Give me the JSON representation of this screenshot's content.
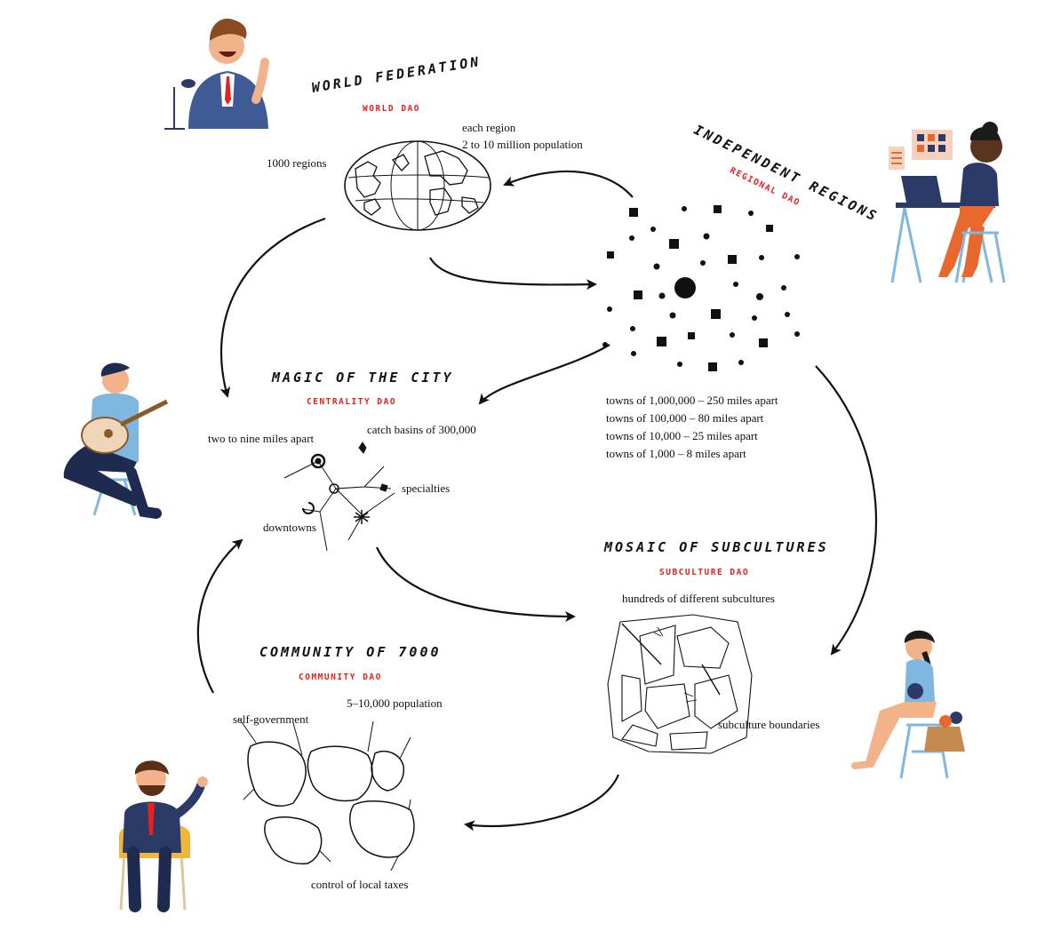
{
  "world": {
    "title": "WORLD FEDERATION",
    "dao": "WORLD DAO",
    "note_regions": "1000 regions",
    "note_region_line1": "each region",
    "note_region_line2": "2 to 10 million population"
  },
  "regions": {
    "title": "INDEPENDENT REGIONS",
    "dao": "REGIONAL DAO",
    "towns": [
      "towns of 1,000,000 – 250 miles apart",
      "towns of 100,000 – 80 miles apart",
      "towns of 10,000 – 25 miles apart",
      "towns of 1,000 – 8 miles apart"
    ]
  },
  "city": {
    "title": "MAGIC OF THE CITY",
    "dao": "CENTRALITY DAO",
    "note_apart": "two to nine miles apart",
    "note_basins": "catch basins of 300,000",
    "note_specialties": "specialties",
    "note_downtowns": "downtowns"
  },
  "subcultures": {
    "title": "MOSAIC OF SUBCULTURES",
    "dao": "SUBCULTURE DAO",
    "note_hundreds": "hundreds of different subcultures",
    "note_boundaries": "subculture boundaries"
  },
  "community": {
    "title": "COMMUNITY OF 7000",
    "dao": "COMMUNITY DAO",
    "note_population": "5–10,000 population",
    "note_selfgov": "self-government",
    "note_taxes": "control of local taxes"
  },
  "colors": {
    "accent_red": "#e8211c",
    "navy": "#2b3a67",
    "orange": "#e8672c",
    "ink": "#111111"
  },
  "icons": [
    "speaker-figure-icon",
    "laptop-worker-figure-icon",
    "guitarist-figure-icon",
    "knitter-figure-icon",
    "seated-man-figure-icon",
    "globe-sketch-icon",
    "dots-scatter-icon",
    "city-sketch-icon",
    "mosaic-sketch-icon",
    "community-sketch-icon"
  ]
}
